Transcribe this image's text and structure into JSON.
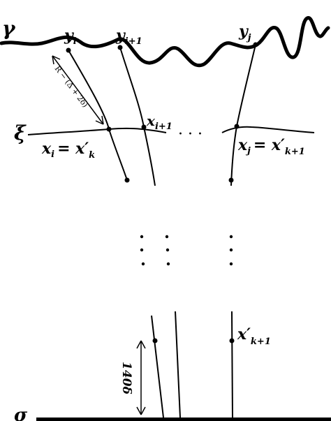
{
  "labels": {
    "gamma": "γ",
    "xi": "ξ",
    "sigma": "σ",
    "y_i": "y",
    "y_i_sub": "i",
    "y_i1": "y",
    "y_i1_sub": "i+1",
    "y_j": "y",
    "y_j_sub": "j",
    "x_i1": "x",
    "x_i1_sub": "i+1",
    "x_i_eq_main": "x",
    "x_i_eq_sub": "i",
    "x_i_eq_rhs": "= x′",
    "x_i_eq_rhs_sub": "k",
    "x_j_eq_main": "x",
    "x_j_eq_sub": "j",
    "x_j_eq_rhs": "= x′",
    "x_j_eq_rhs_sub": "k+1",
    "x_k1_bottom": "x′",
    "x_k1_bottom_sub": "k+1",
    "ellipsis": "· · ·",
    "distance_top": "R − (Δ + 2δ)",
    "distance_bottom": "140δ"
  },
  "colors": {
    "ink": "#000000",
    "background": "#ffffff"
  }
}
